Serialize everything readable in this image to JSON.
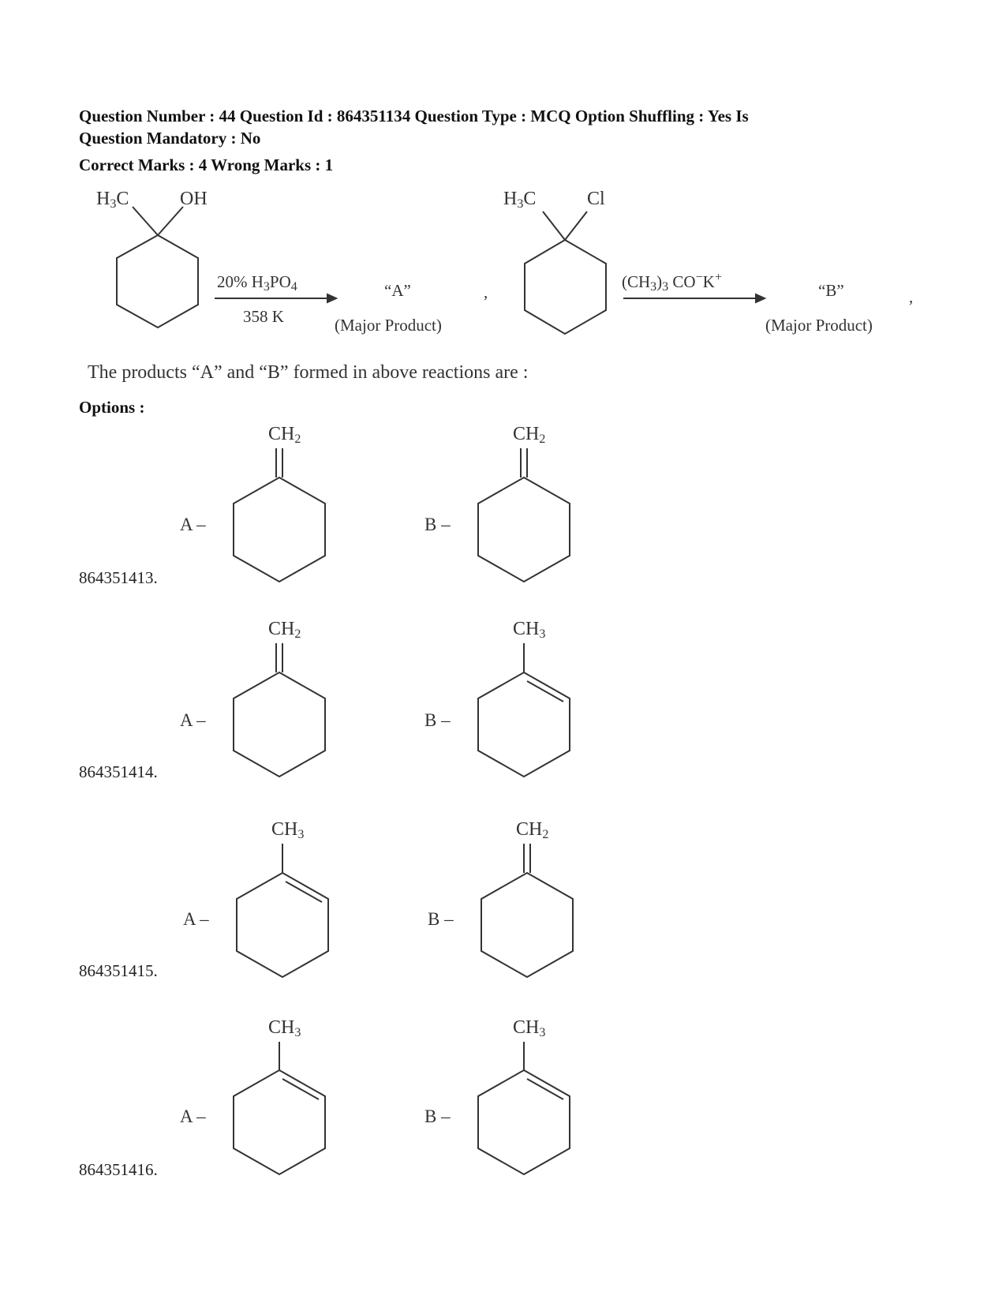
{
  "header": {
    "line1": "Question Number : 44 Question Id : 864351134 Question Type : MCQ Option Shuffling : Yes Is",
    "line2": "Question Mandatory : No",
    "line3": "Correct Marks : 4 Wrong Marks : 1"
  },
  "reaction1": {
    "sub_left": "H3C",
    "sub_right": "OH",
    "reagent_top": "20% H3PO4",
    "reagent_bottom": "358 K",
    "product": "“A”",
    "product_note": "(Major Product)"
  },
  "reaction2": {
    "sub_left": "H3C",
    "sub_right": "Cl",
    "reagent_top": "(CH3)3 CO−K+",
    "product": "“B”",
    "product_note": "(Major Product)"
  },
  "question_text": "The products “A” and “B” formed in above reactions are :",
  "options_label": "Options :",
  "options": [
    {
      "id": "864351413.",
      "a_label": "A –",
      "a_group": "CH2",
      "b_label": "B –",
      "b_group": "CH2"
    },
    {
      "id": "864351414.",
      "a_label": "A –",
      "a_group": "CH2",
      "b_label": "B –",
      "b_group": "CH3"
    },
    {
      "id": "864351415.",
      "a_label": "A –",
      "a_group": "CH3",
      "b_label": "B –",
      "b_group": "CH2"
    },
    {
      "id": "864351416.",
      "a_label": "A –",
      "a_group": "CH3",
      "b_label": "B –",
      "b_group": "CH3"
    }
  ]
}
